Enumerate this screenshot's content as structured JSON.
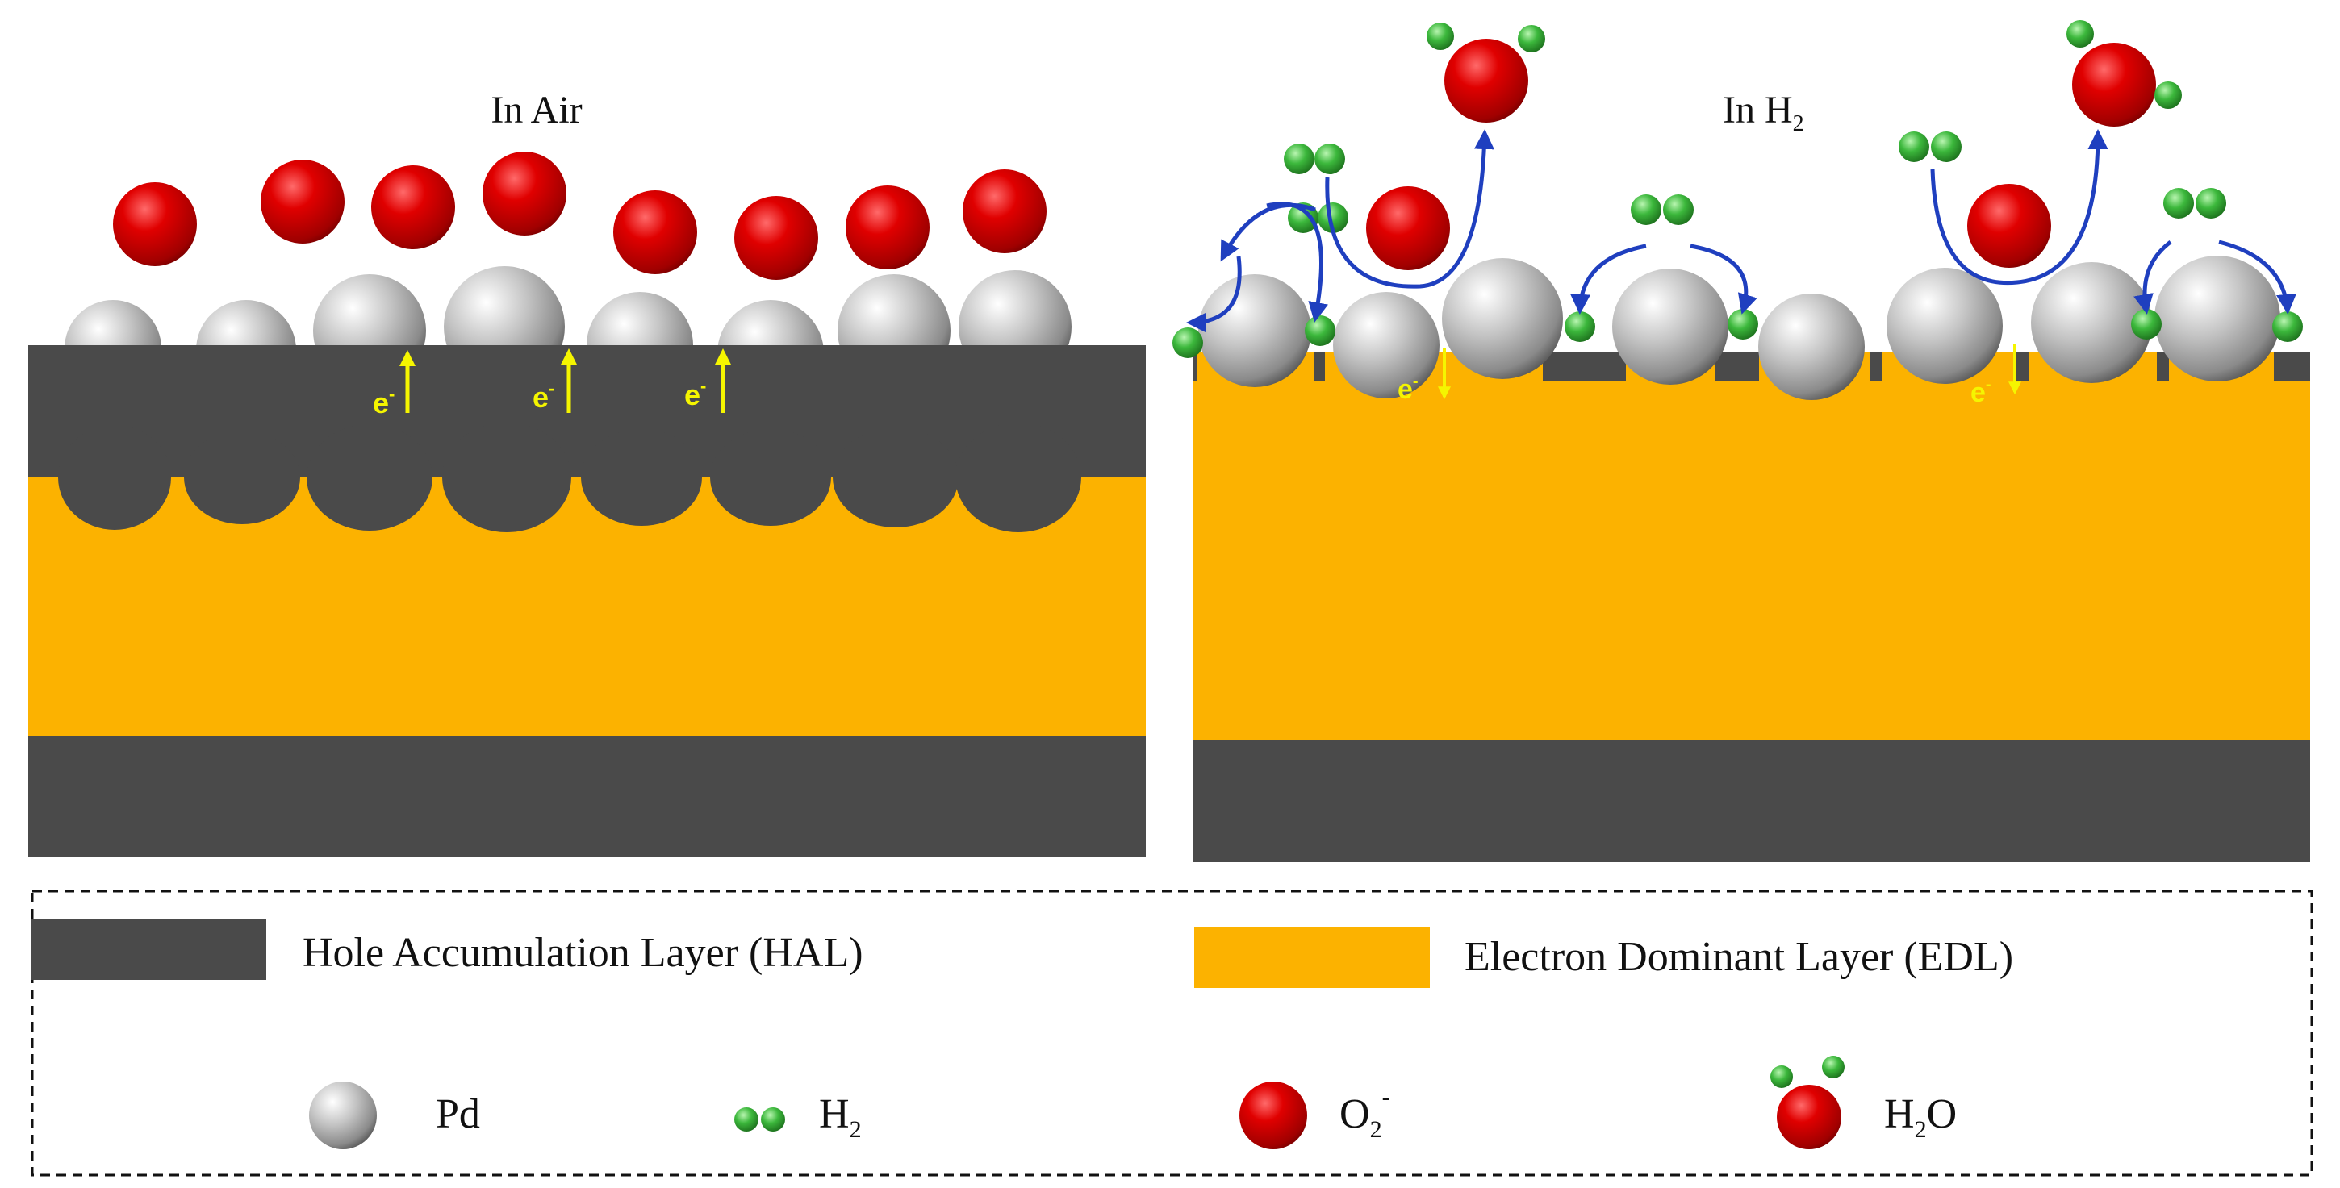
{
  "panels": {
    "air": {
      "title": "In Air"
    },
    "h2": {
      "title_main": "In H",
      "title_sub": "2"
    }
  },
  "electron": {
    "symbol": "e",
    "charge": "-"
  },
  "legend": {
    "hal": "Hole Accumulation Layer (HAL)",
    "edl": "Electron Dominant Layer (EDL)",
    "pd": "Pd",
    "h2": {
      "main": "H",
      "sub": "2"
    },
    "o2": {
      "main": "O",
      "sub": "2",
      "sup": "-"
    },
    "h2o": {
      "h": "H",
      "sub": "2",
      "o": "O"
    }
  },
  "colors": {
    "hal": "#4a4a4a",
    "edl": "#fcb200",
    "oxygen": "#d00000",
    "hydrogen": "#2ea02e",
    "pd": "#b9b9b9",
    "electron_arrow": "#f5f500",
    "reaction_arrow": "#1f3fbf"
  }
}
